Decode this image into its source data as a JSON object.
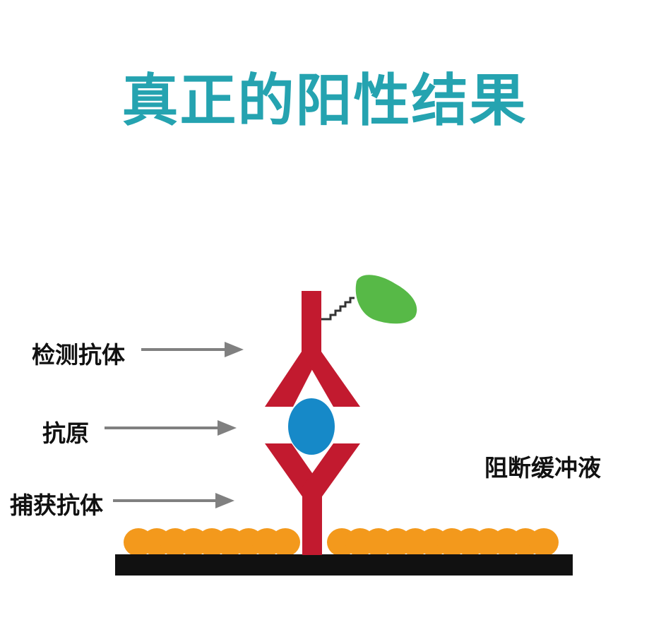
{
  "title": "真正的阳性结果",
  "labels": {
    "detection_antibody": "检测抗体",
    "antigen": "抗原",
    "capture_antibody": "捕获抗体",
    "blocking_buffer": "阻断缓冲液"
  },
  "colors": {
    "title": "#25a3b0",
    "antibody": "#c21a2f",
    "antigen": "#1689c8",
    "enzyme_label": "#57b947",
    "blocking_particles": "#f3991c",
    "surface": "#111111",
    "arrow": "#808080"
  }
}
